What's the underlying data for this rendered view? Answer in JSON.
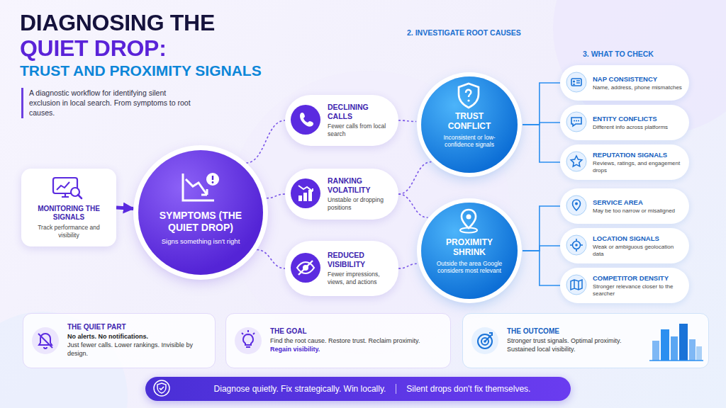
{
  "diagram": {
    "title": "DIAGNOSING THE QUIET DROP:",
    "nodes": [
      {
        "text": [
          "MONITORING THE SIGNALS",
          "Track performance and visibility"
        ]
      },
      {
        "text": [
          "SYMPTOMS (THE QUIET DROP)",
          "Signs something isn't right"
        ]
      },
      {
        "text": [
          "DECLINING CALLS",
          "Fewer calls from local search"
        ]
      },
      {
        "text": [
          "RANKING VOLATILITY",
          "Unstable or dropping positions"
        ]
      },
      {
        "text": [
          "REDUCED VISIBILITY",
          "Fewer impressions, views, and actions"
        ]
      },
      {
        "text": [
          "TRUST CONFLICT",
          "Inconsistent or low-confidence signals"
        ]
      },
      {
        "text": [
          "PROXIMITY SHRINK",
          "Outside the area Google considers most relevant"
        ]
      },
      {
        "text": [
          "NAP CONSISTENCY",
          "Name, address, phone mismatches"
        ]
      },
      {
        "text": [
          "ENTITY CONFLICTS",
          "Different info across platforms"
        ]
      },
      {
        "text": [
          "REPUTATION SIGNALS",
          "Reviews, ratings, and engagement drops"
        ]
      },
      {
        "text": [
          "SERVICE AREA",
          "May be too narrow or misaligned"
        ]
      },
      {
        "text": [
          "LOCATION SIGNALS",
          "Weak or ambiguous geolocation data"
        ]
      },
      {
        "text": [
          "COMPETITOR DENSITY",
          "Stronger relevance closer to the searcher"
        ]
      },
      {
        "text": [
          "THE QUIET PART",
          "No alerts. No notifications.",
          "Just fewer calls. Lower rankings. Invisible by design."
        ]
      },
      {
        "text": [
          "THE GOAL",
          "Find the root cause. Restore trust. Reclaim proximity.",
          "Regain visibility."
        ]
      },
      {
        "text": [
          "THE OUTCOME",
          "Stronger trust signals. Optimal proximity. Sustained local visibility."
        ]
      },
      {
        "text": [
          "Diagnose quietly. Fix strategically. Win locally.",
          "Silent drops don't fix themselves."
        ]
      }
    ],
    "edges": [
      {
        "from": 0,
        "to": 1,
        "arrow": "to"
      },
      {
        "from": 1,
        "to": 2,
        "arrow": "none"
      },
      {
        "from": 1,
        "to": 3,
        "arrow": "none"
      },
      {
        "from": 1,
        "to": 4,
        "arrow": "none"
      },
      {
        "from": 2,
        "to": 5,
        "arrow": "none"
      },
      {
        "from": 3,
        "to": 5,
        "arrow": "none"
      },
      {
        "from": 3,
        "to": 6,
        "arrow": "none"
      },
      {
        "from": 4,
        "to": 6,
        "arrow": "none"
      },
      {
        "from": 5,
        "to": 7,
        "arrow": "none"
      },
      {
        "from": 5,
        "to": 8,
        "arrow": "none"
      },
      {
        "from": 5,
        "to": 9,
        "arrow": "none"
      },
      {
        "from": 6,
        "to": 10,
        "arrow": "none"
      },
      {
        "from": 6,
        "to": 11,
        "arrow": "none"
      },
      {
        "from": 6,
        "to": 12,
        "arrow": "none"
      }
    ],
    "labels": [
      "TRUST AND PROXIMITY SIGNALS",
      "A diagnostic workflow for identifying silent exclusion in local search. From symptoms to root causes.",
      "2. INVESTIGATE ROOT CAUSES",
      "3. WHAT TO CHECK"
    ]
  }
}
